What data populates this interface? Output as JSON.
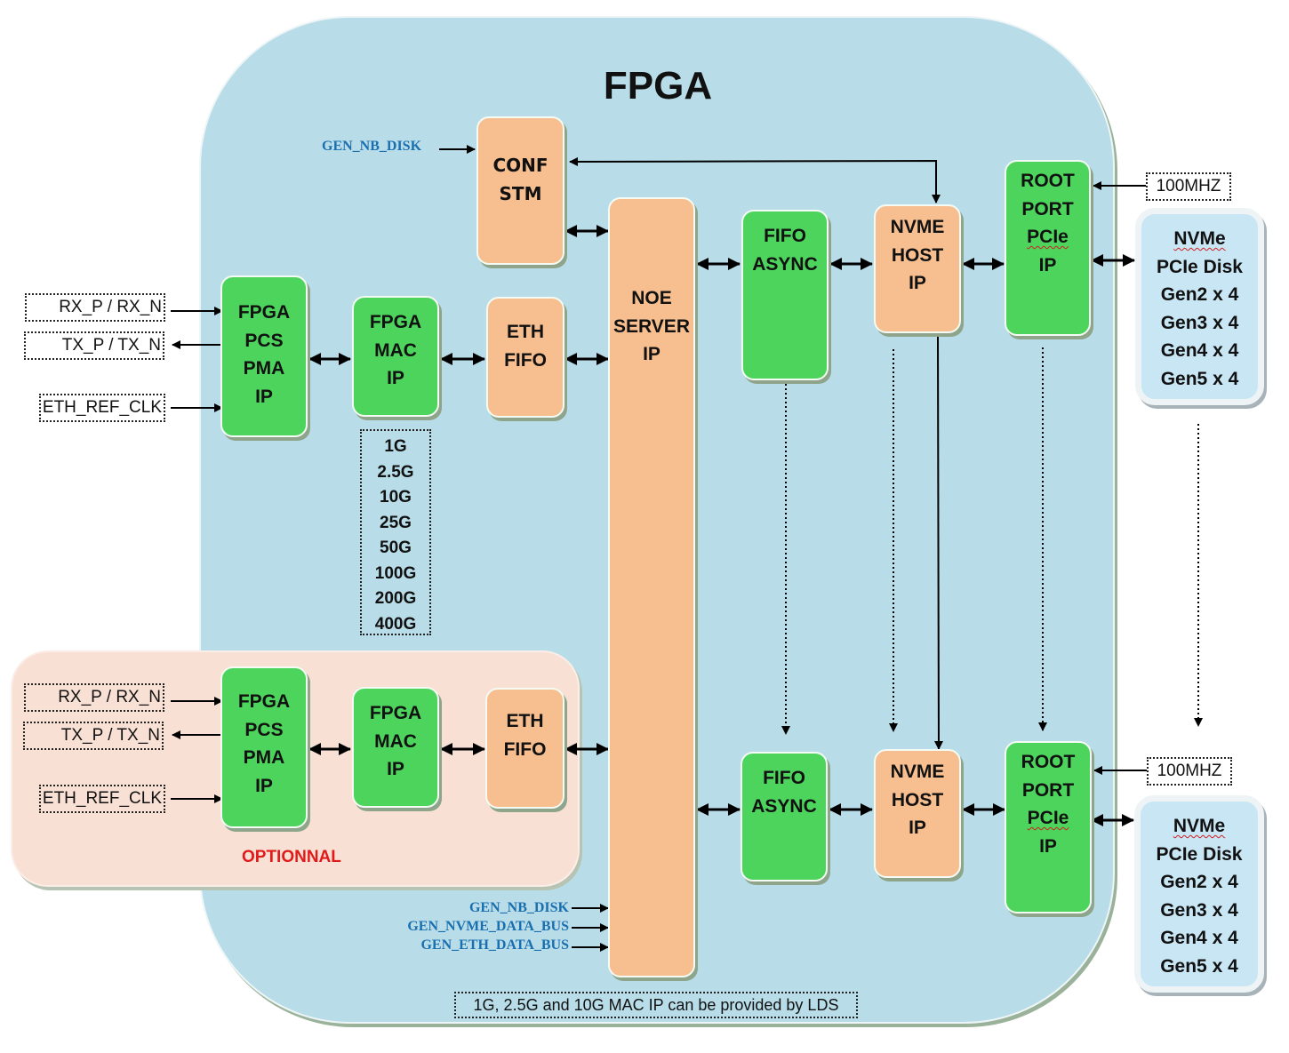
{
  "title": "FPGA",
  "colors": {
    "fpga_background": "#b8dde8",
    "optional_background": "#f9e0d5",
    "green_block": "#4cd45c",
    "orange_block": "#f7be8f",
    "disk_block": "#c9e6f4",
    "signal_blue": "#1a6fb0",
    "optional_red": "#e01b1b"
  },
  "top_left": {
    "signals": {
      "rx": "RX_P / RX_N",
      "tx": "TX_P / TX_N",
      "clk": "ETH_REF_CLK"
    },
    "pcs_pma": [
      "FPGA",
      "PCS",
      "PMA",
      "IP"
    ],
    "mac": [
      "FPGA",
      "MAC",
      "IP"
    ],
    "eth_fifo": [
      "ETH",
      "FIFO"
    ],
    "speeds": [
      "1G",
      "2.5G",
      "10G",
      "25G",
      "50G",
      "100G",
      "200G",
      "400G"
    ]
  },
  "conf_stm": {
    "lines": [
      "CONF",
      "STM"
    ],
    "input_signal": "GEN_NB_DISK"
  },
  "noe_server": [
    "NOE",
    "SERVER",
    "IP"
  ],
  "top_chain": {
    "fifo_async": [
      "FIFO",
      "ASYNC"
    ],
    "nvme_host": [
      "NVME",
      "HOST",
      "IP"
    ],
    "root_port": [
      "ROOT",
      "PORT",
      "PCIe",
      "IP"
    ],
    "clock": "100MHZ",
    "disk": [
      "NVMe",
      "PCIe Disk",
      "Gen2 x 4",
      "Gen3 x 4",
      "Gen4 x 4",
      "Gen5 x 4"
    ]
  },
  "bottom_chain": {
    "fifo_async": [
      "FIFO",
      "ASYNC"
    ],
    "nvme_host": [
      "NVME",
      "HOST",
      "IP"
    ],
    "root_port": [
      "ROOT",
      "PORT",
      "PCIe",
      "IP"
    ],
    "clock": "100MHZ",
    "disk": [
      "NVMe",
      "PCIe Disk",
      "Gen2 x 4",
      "Gen3 x 4",
      "Gen4 x 4",
      "Gen5 x 4"
    ]
  },
  "optional": {
    "label": "OPTIONNAL",
    "signals": {
      "rx": "RX_P / RX_N",
      "tx": "TX_P / TX_N",
      "clk": "ETH_REF_CLK"
    },
    "pcs_pma": [
      "FPGA",
      "PCS",
      "PMA",
      "IP"
    ],
    "mac": [
      "FPGA",
      "MAC",
      "IP"
    ],
    "eth_fifo": [
      "ETH",
      "FIFO"
    ]
  },
  "generics": [
    "GEN_NB_DISK",
    "GEN_NVME_DATA_BUS",
    "GEN_ETH_DATA_BUS"
  ],
  "footnote": "1G, 2.5G and 10G MAC IP can be provided by LDS"
}
